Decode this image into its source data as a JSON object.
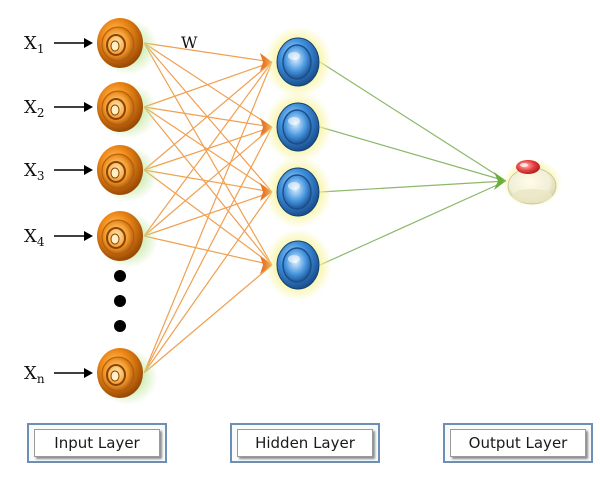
{
  "inputs": [
    {
      "base": "X",
      "sub": "1"
    },
    {
      "base": "X",
      "sub": "2"
    },
    {
      "base": "X",
      "sub": "3"
    },
    {
      "base": "X",
      "sub": "4"
    },
    {
      "base": "X",
      "sub": "n"
    }
  ],
  "weight_label": "W",
  "layers": {
    "input": "Input Layer",
    "hidden": "Hidden Layer",
    "output": "Output Layer"
  },
  "colors": {
    "input_to_hidden": "#f0a050",
    "hidden_to_output": "#8bb86a",
    "input_node": "#e07a10",
    "hidden_node": "#3a86d6",
    "glow": "#f6f49a"
  }
}
